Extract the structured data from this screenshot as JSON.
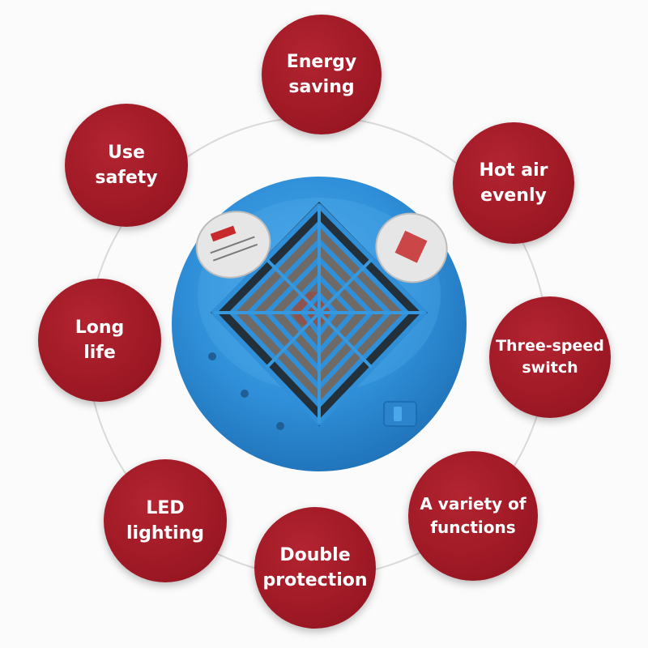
{
  "features": {
    "energy_saving": "Energy\nsaving",
    "use_safety": "Use\nsafety",
    "hot_air_evenly": "Hot air\nevenly",
    "long_life": "Long\nlife",
    "three_speed_switch": "Three-speed\nswitch",
    "led_lighting": "LED\nlighting",
    "variety_of_functions": "A variety of\nfunctions",
    "double_protection": "Double\nprotection"
  },
  "colors": {
    "bubble_red": "#a01a26",
    "heater_blue": "#2f8fd8",
    "ring_gray": "#d9d9d9"
  },
  "icons": {
    "product": "heater-fan-icon"
  }
}
